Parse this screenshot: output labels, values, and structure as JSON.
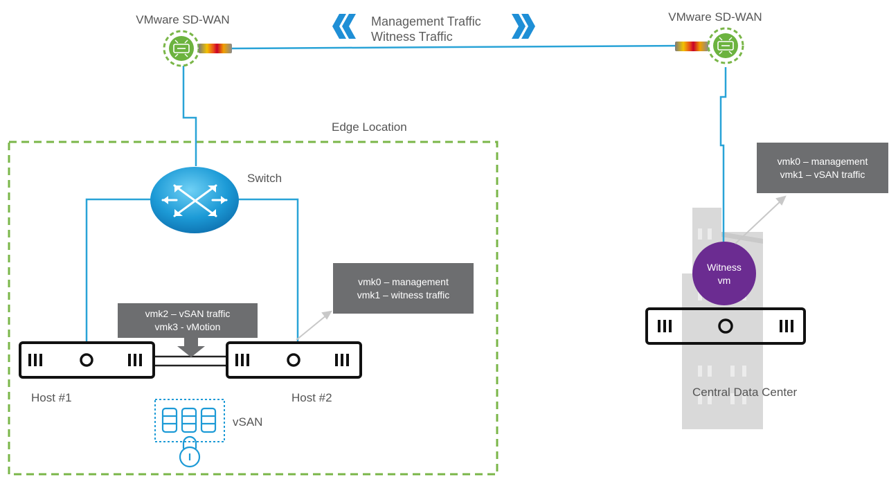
{
  "sdwan_left": {
    "label": "VMware SD-WAN"
  },
  "sdwan_right": {
    "label": "VMware SD-WAN"
  },
  "wan_link": {
    "line1": "Management Traffic",
    "line2": "Witness Traffic"
  },
  "edge_location": {
    "label": "Edge Location"
  },
  "switch": {
    "label": "Switch"
  },
  "host1": {
    "label": "Host #1"
  },
  "host2": {
    "label": "Host #2"
  },
  "host_interconnect_note": {
    "line1": "vmk2 – vSAN traffic",
    "line2": "vmk3 - vMotion"
  },
  "host2_note": {
    "line1": "vmk0 – management",
    "line2": "vmk1 – witness traffic"
  },
  "vsan": {
    "label": "vSAN"
  },
  "witness_note": {
    "line1": "vmk0 – management",
    "line2": "vmk1 – vSAN traffic"
  },
  "witness_vm": {
    "line1": "Witness",
    "line2": "vm"
  },
  "central_dc": {
    "label": "Central Data Center"
  },
  "colors": {
    "link": "#29a3d7",
    "dashed_border": "#7ab648",
    "sdwan_green": "#6cb33f",
    "witness_purple": "#6b2c91",
    "note_gray": "#6d6e70",
    "switch_blue": "#1c9ad6"
  }
}
